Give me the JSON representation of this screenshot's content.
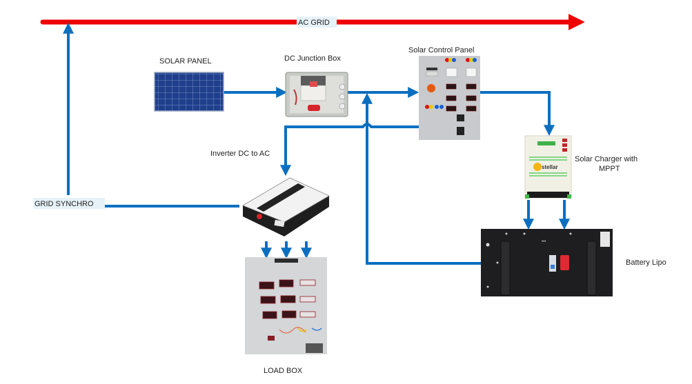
{
  "diagram": {
    "type": "solar-grid-system-flow",
    "colors": {
      "ac_grid_line": "#ee0000",
      "dc_flow_line": "#0b6fc0",
      "label_highlight": "#e6f1f8",
      "text": "#222222"
    },
    "labels": {
      "ac_grid": "AC GRID",
      "solar_panel": "SOLAR PANEL",
      "dc_junction_box": "DC Junction Box",
      "solar_control_panel": "Solar Control Panel",
      "inverter": "Inverter DC to AC",
      "grid_synchro": "GRID SYNCHRO",
      "solar_charger_line1": "Solar Charger with",
      "solar_charger_line2": "MPPT",
      "battery": "Battery Lipo",
      "load_box": "LOAD BOX"
    },
    "components": [
      {
        "id": "solar_panel",
        "name": "SOLAR PANEL",
        "icon": "solar-panel-photo"
      },
      {
        "id": "dc_junction_box",
        "name": "DC Junction Box",
        "icon": "junction-box-photo"
      },
      {
        "id": "solar_control_panel",
        "name": "Solar Control Panel",
        "icon": "control-panel-photo"
      },
      {
        "id": "solar_charger",
        "name": "Solar Charger with MPPT",
        "icon": "charger-photo",
        "brand": "stellar"
      },
      {
        "id": "battery",
        "name": "Battery Lipo",
        "icon": "battery-photo"
      },
      {
        "id": "inverter",
        "name": "Inverter DC to AC",
        "icon": "inverter-photo"
      },
      {
        "id": "load_box",
        "name": "LOAD BOX",
        "icon": "load-box-photo"
      }
    ],
    "connections": [
      {
        "from": "solar_panel",
        "to": "dc_junction_box"
      },
      {
        "from": "dc_junction_box",
        "to": "solar_control_panel"
      },
      {
        "from": "battery",
        "to": "solar_control_panel"
      },
      {
        "from": "solar_control_panel",
        "to": "solar_charger"
      },
      {
        "from": "solar_charger",
        "to": "battery",
        "count": 2
      },
      {
        "from": "solar_control_panel",
        "to": "inverter"
      },
      {
        "from": "inverter",
        "to": "load_box",
        "count": 3
      },
      {
        "from": "inverter",
        "to": "ac_grid",
        "via": "GRID SYNCHRO"
      }
    ],
    "charger_brand": "stellar"
  }
}
